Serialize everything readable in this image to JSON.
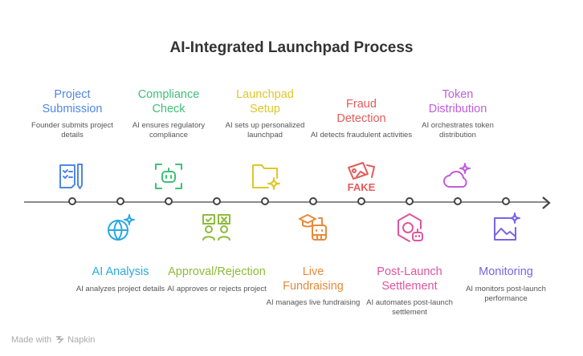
{
  "title": "AI-Integrated Launchpad Process",
  "steps": [
    {
      "title": "Project Submission",
      "lines": [
        "Project",
        "Submission"
      ],
      "desc": "Founder submits project details",
      "color": "#4f86e8",
      "icon": "checklist-pen-icon",
      "position": "top"
    },
    {
      "title": "AI Analysis",
      "lines": [
        "AI Analysis"
      ],
      "desc": "AI analyzes project details",
      "color": "#2aa9e0",
      "icon": "globe-sparkle-icon",
      "position": "bottom"
    },
    {
      "title": "Compliance Check",
      "lines": [
        "Compliance",
        "Check"
      ],
      "desc": "AI ensures regulatory compliance",
      "color": "#3fbf78",
      "icon": "robot-scan-icon",
      "position": "top"
    },
    {
      "title": "Approval/Rejection",
      "lines": [
        "Approval/Rejection"
      ],
      "desc": "AI approves or rejects project",
      "color": "#8dbb3a",
      "icon": "approve-reject-people-icon",
      "position": "bottom"
    },
    {
      "title": "Launchpad Setup",
      "lines": [
        "Launchpad",
        "Setup"
      ],
      "desc": "AI sets up personalized launchpad",
      "color": "#e0c62a",
      "icon": "folder-sparkle-icon",
      "position": "top"
    },
    {
      "title": "Live Fundraising",
      "lines": [
        "Live",
        "Fundraising"
      ],
      "desc": "AI manages live fundraising",
      "color": "#e8893a",
      "icon": "graduation-robot-icon",
      "position": "bottom"
    },
    {
      "title": "Fraud Detection",
      "lines": [
        "Fraud",
        "Detection"
      ],
      "desc": "AI detects fraudulent activities",
      "color": "#e35b5b",
      "icon": "fake-image-icon",
      "position": "top",
      "icon_text": "FAKE"
    },
    {
      "title": "Post-Launch Settlement",
      "lines": [
        "Post-Launch",
        "Settlement"
      ],
      "desc": "AI automates post-launch settlement",
      "color": "#e0549e",
      "icon": "hexagon-robot-icon",
      "position": "bottom"
    },
    {
      "title": "Token Distribution",
      "lines": [
        "Token",
        "Distribution"
      ],
      "desc": "AI orchestrates token distribution",
      "color": "#c05ce0",
      "icon": "cloud-sparkle-icon",
      "position": "top"
    },
    {
      "title": "Monitoring",
      "lines": [
        "Monitoring"
      ],
      "desc": "AI monitors post-launch performance",
      "color": "#7b63e8",
      "icon": "image-sparkle-icon",
      "position": "bottom"
    }
  ],
  "footer": {
    "made_with": "Made with",
    "brand": "Napkin"
  }
}
